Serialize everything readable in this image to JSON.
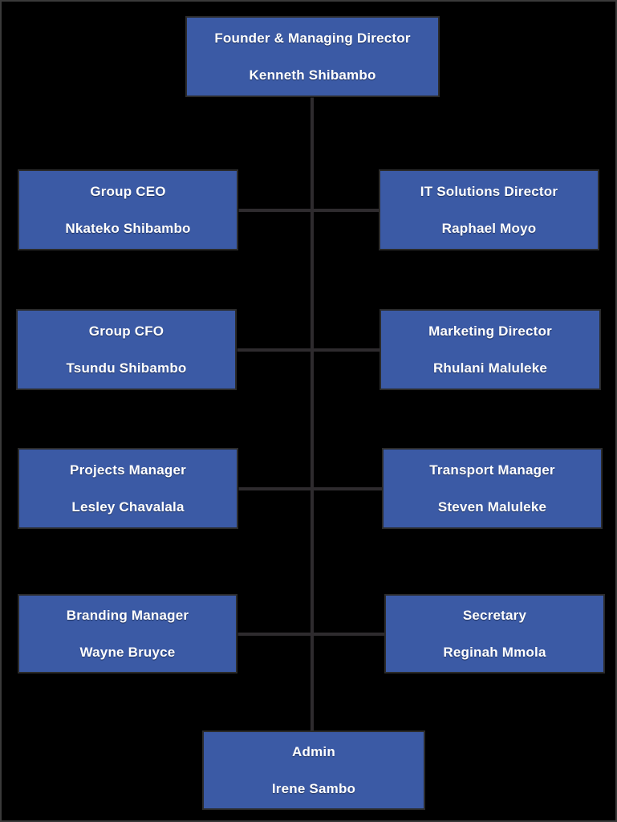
{
  "chart_data": {
    "type": "diagram",
    "diagram_type": "organization-chart",
    "background_color": "#000000",
    "node_fill_color": "#3b5aa5",
    "node_border_color": "#2b2b2b",
    "node_text_color": "#ffffff",
    "connector_color": "#2e2b2e",
    "levels": 3,
    "node_count": 10
  },
  "nodes": {
    "founder": {
      "title": "Founder & Managing Director",
      "person": "Kenneth Shibambo"
    },
    "group_ceo": {
      "title": "Group CEO",
      "person": "Nkateko Shibambo"
    },
    "it_director": {
      "title": "IT Solutions Director",
      "person": "Raphael Moyo"
    },
    "group_cfo": {
      "title": "Group CFO",
      "person": "Tsundu Shibambo"
    },
    "marketing_director": {
      "title": "Marketing Director",
      "person": "Rhulani Maluleke"
    },
    "projects_manager": {
      "title": "Projects Manager",
      "person": "Lesley Chavalala"
    },
    "transport_manager": {
      "title": "Transport Manager",
      "person": "Steven Maluleke"
    },
    "branding_manager": {
      "title": "Branding Manager",
      "person": "Wayne Bruyce"
    },
    "secretary": {
      "title": "Secretary",
      "person": "Reginah Mmola"
    },
    "admin": {
      "title": "Admin",
      "person": "Irene Sambo"
    }
  }
}
